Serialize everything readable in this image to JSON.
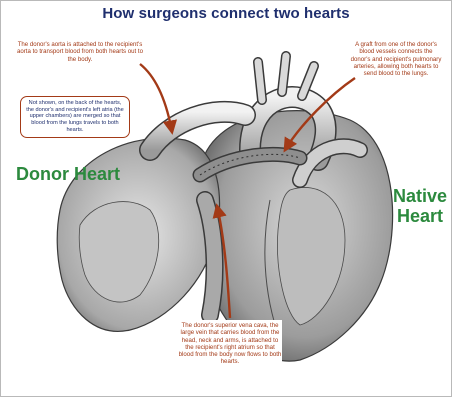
{
  "title": "How surgeons connect two hearts",
  "callouts": {
    "aorta": "The donor's aorta is attached to the recipient's aorta to transport blood from both hearts out to the body.",
    "atria": "Not shown, on the back of the hearts, the donor's and recipient's left atria (the upper chambers) are merged so that blood from the lungs travels to both hearts.",
    "graft": "A graft from one of the donor's blood vessels connects the donor's and recipient's pulmonary arteries, allowing both hearts to send blood to the lungs.",
    "vena_cava": "The donor's superior vena cava, the large vein that carries blood from the head, neck and arms, is attached to the recipient's right atrium so that blood from the body now flows to both hearts."
  },
  "labels": {
    "donor": "Donor Heart",
    "native": "Native Heart"
  },
  "colors": {
    "title": "#1f2f6e",
    "callout_text": "#a33a17",
    "arrow": "#a33a17",
    "heart_label": "#2c8a3e",
    "illustration_shade": "#6e6e6e"
  }
}
